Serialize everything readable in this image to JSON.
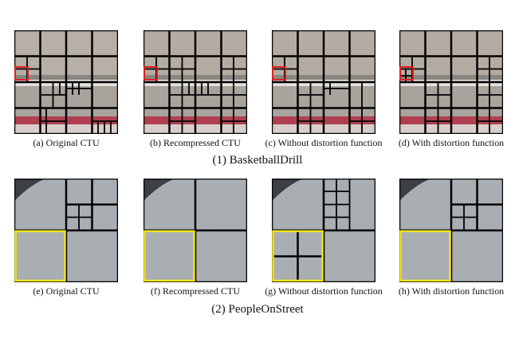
{
  "groups": [
    {
      "label": "(1) BasketballDrill",
      "highlight_color": "#e02020",
      "panels": [
        {
          "caption": "(a) Original CTU"
        },
        {
          "caption": "(b) Recompressed CTU"
        },
        {
          "caption": "(c) Without distortion function"
        },
        {
          "caption": "(d) With distortion function"
        }
      ]
    },
    {
      "label": "(2) PeopleOnStreet",
      "highlight_color": "#f2e51a",
      "panels": [
        {
          "caption": "(e) Original CTU"
        },
        {
          "caption": "(f) Recompressed CTU"
        },
        {
          "caption": "(g) Without distortion function"
        },
        {
          "caption": "(h) With distortion function"
        }
      ]
    }
  ]
}
